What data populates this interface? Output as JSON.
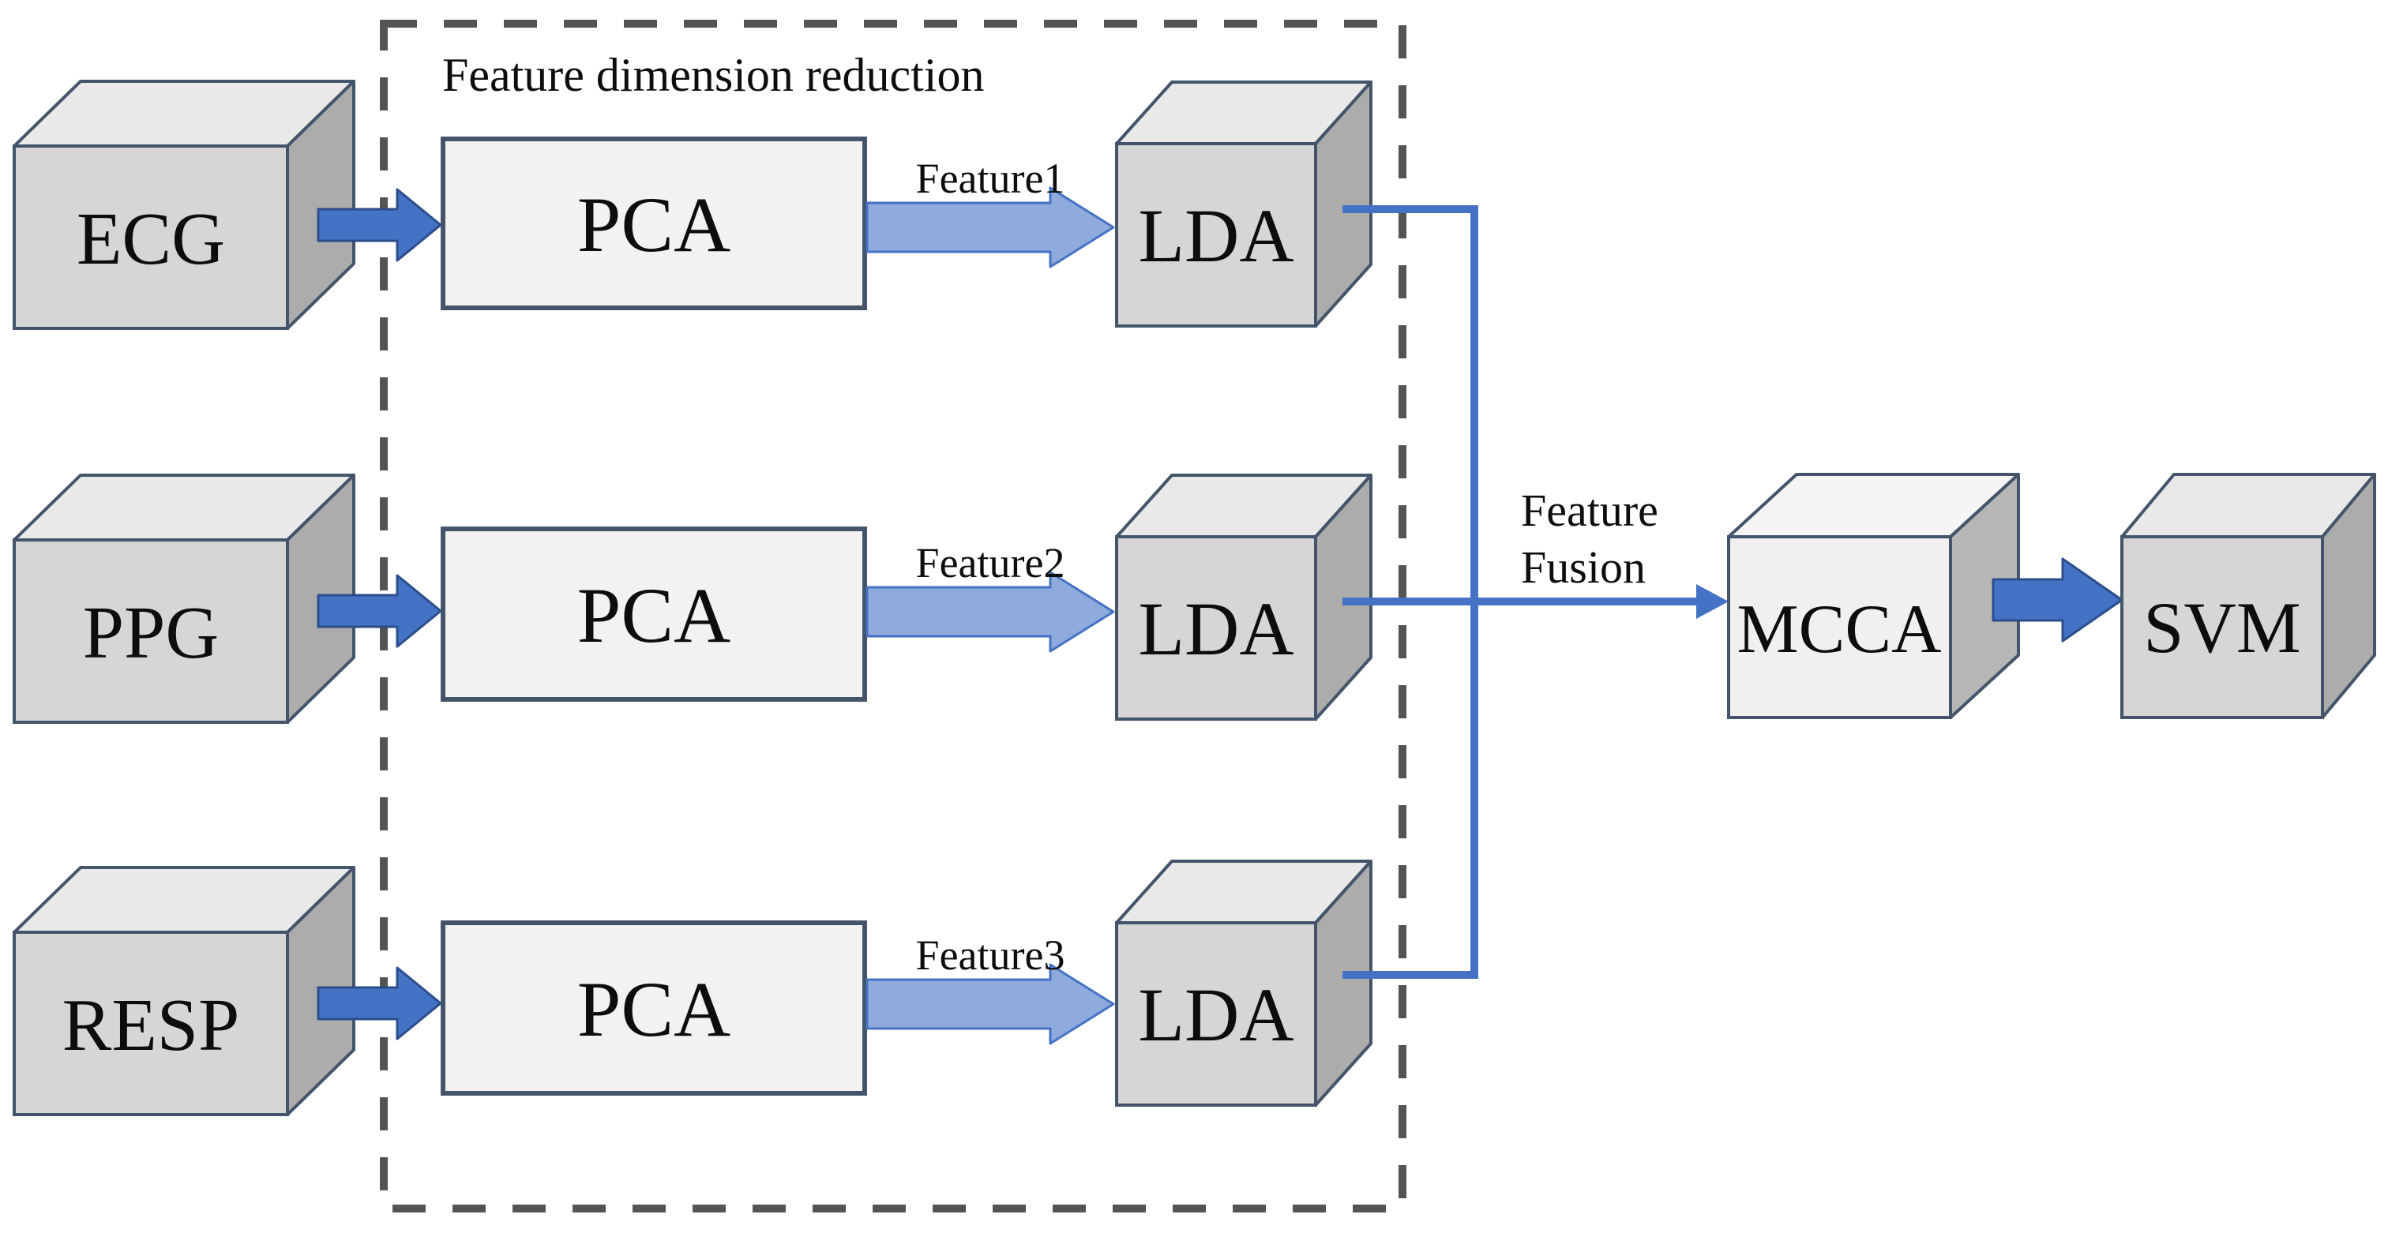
{
  "diagram": {
    "region_label": "Feature dimension reduction",
    "inputs": [
      {
        "label": "ECG"
      },
      {
        "label": "PPG"
      },
      {
        "label": "RESP"
      }
    ],
    "pipelines": [
      {
        "pca": "PCA",
        "feature": "Feature1",
        "lda": "LDA"
      },
      {
        "pca": "PCA",
        "feature": "Feature2",
        "lda": "LDA"
      },
      {
        "pca": "PCA",
        "feature": "Feature3",
        "lda": "LDA"
      }
    ],
    "fusion": {
      "line1": "Feature",
      "line2": "Fusion"
    },
    "mcca_label": "MCCA",
    "svm_label": "SVM",
    "colors": {
      "block_arrow": "#4472c4",
      "feature_arrow": "#8faadc",
      "connector": "#4472c4",
      "cube_edge": "#44546a",
      "dashed_border": "#545454",
      "cube_face": "#d6d6d6",
      "pca_fill": "#f2f2f2"
    }
  }
}
